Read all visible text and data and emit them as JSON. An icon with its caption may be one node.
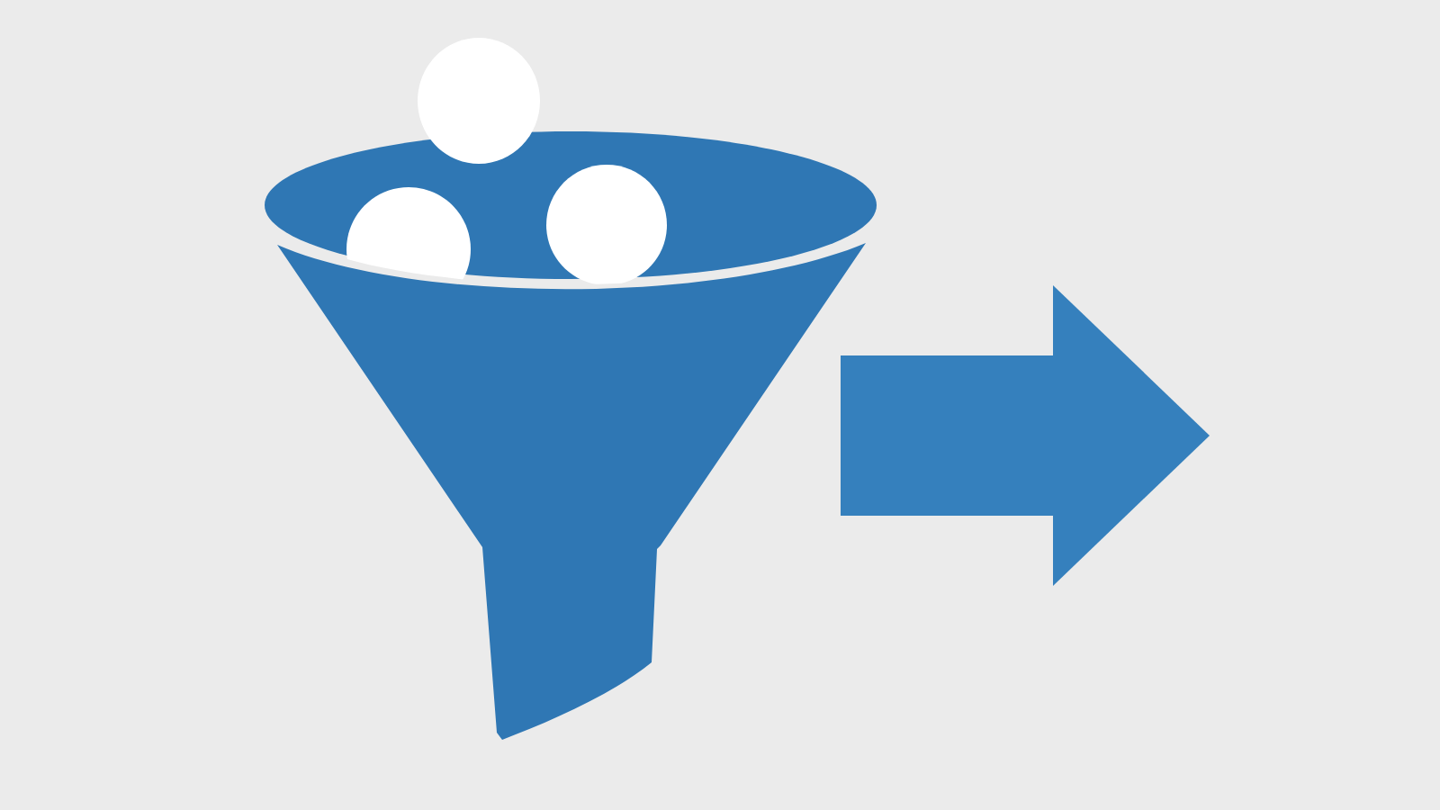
{
  "diagram": {
    "nodes": [
      {
        "text": [],
        "shape": "funnel"
      },
      {
        "text": [],
        "shape": "circle"
      },
      {
        "text": [],
        "shape": "circle"
      },
      {
        "text": [],
        "shape": "circle"
      }
    ]
  }
}
